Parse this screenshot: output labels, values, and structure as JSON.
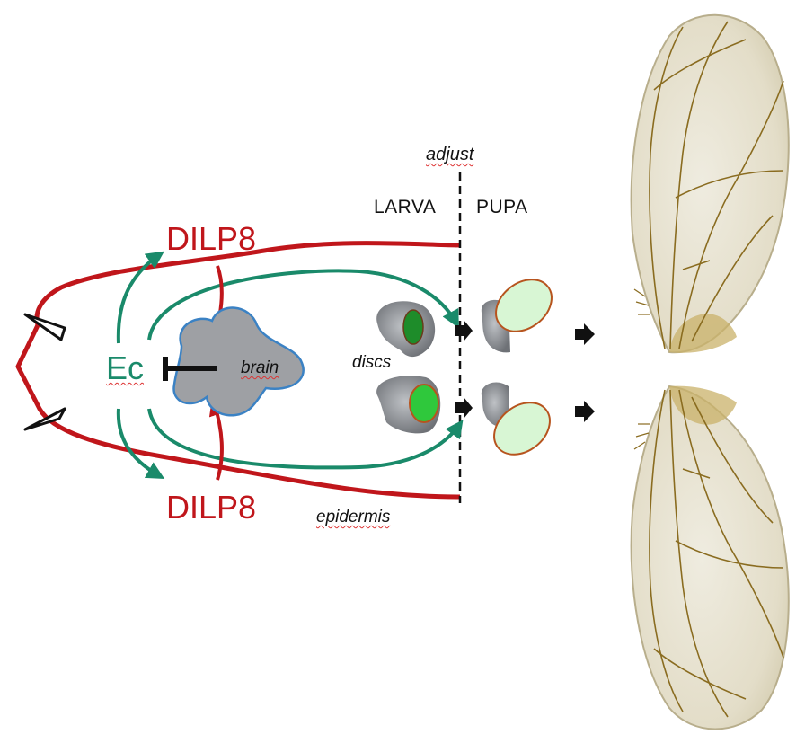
{
  "labels": {
    "dilp8_top": "DILP8",
    "dilp8_bottom": "DILP8",
    "ec": "Ec",
    "brain": "brain",
    "discs": "discs",
    "adjust": "adjust",
    "larva": "LARVA",
    "pupa": "PUPA",
    "epidermis": "epidermis"
  },
  "colors": {
    "dilp8": "#c0161b",
    "ecdysone": "#1a8a6a",
    "brain_fill": "#9ea0a4",
    "brain_outline": "#3b82c4",
    "disc_grey": "#8e9196",
    "disc_dark_green": "#1e8c2a",
    "disc_bright_green": "#2fc83c",
    "pupa_disc_fill": "#d8f6d4",
    "pupa_disc_outline": "#b7541e",
    "wing_tint": "#ddd6bc",
    "wing_vein": "#8a6c20"
  }
}
